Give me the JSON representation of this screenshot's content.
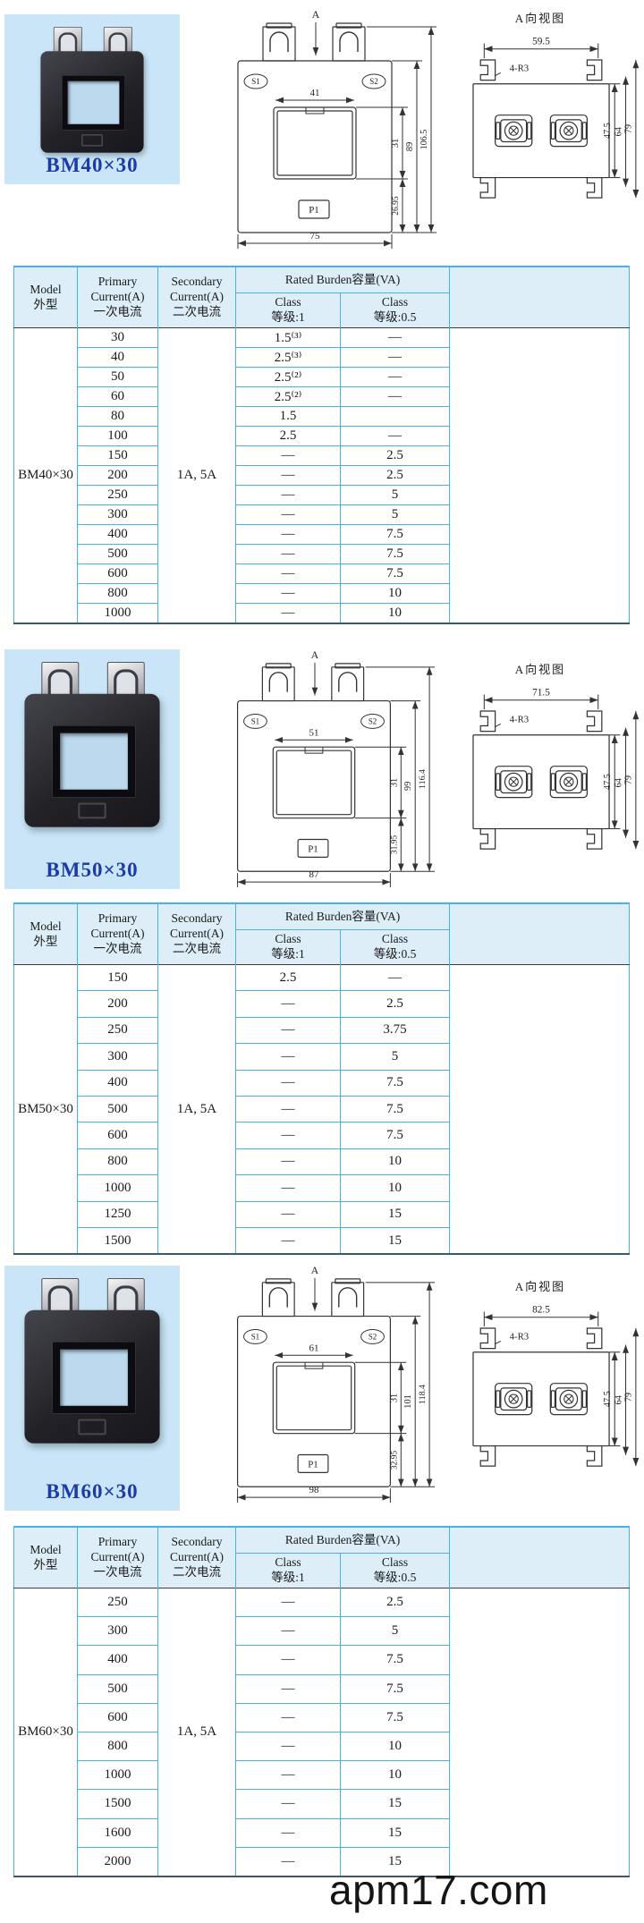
{
  "watermark": "apm17.com",
  "colors": {
    "table_line": "#45b3e5",
    "table_header_bg": "#ddeef9",
    "photo_bg": "#c9e5f7",
    "model_title_blue": "#1c3ba8"
  },
  "table_header": {
    "model": [
      "Model",
      "外型"
    ],
    "primary": [
      "Primary",
      "Current(A)",
      "一次电流"
    ],
    "secondary": [
      "Secondary",
      "Current(A)",
      "二次电流"
    ],
    "burden": "Rated Burden容量(VA)",
    "class1": [
      "Class",
      "等级:1"
    ],
    "class05": [
      "Class",
      "等级:0.5"
    ]
  },
  "sections": [
    {
      "photo_label": "BM40×30",
      "front": {
        "arrow": "A",
        "s1": "S1",
        "s2": "S2",
        "p1": "P1",
        "win_w": "41",
        "win_h": "31",
        "h_mid": "89",
        "h_total": "106.5",
        "h_bottom": "26.95",
        "width": "75"
      },
      "side": {
        "title": "A向视图",
        "top_w": "59.5",
        "radius": "4-R3",
        "d1": "47.5",
        "d2": "64",
        "d3": "79"
      },
      "table": {
        "model": "BM40×30",
        "secondary": "1A, 5A",
        "rows": [
          [
            "30",
            "1.5⁽³⁾",
            "—"
          ],
          [
            "40",
            "2.5⁽³⁾",
            "—"
          ],
          [
            "50",
            "2.5⁽²⁾",
            "—"
          ],
          [
            "60",
            "2.5⁽²⁾",
            "—"
          ],
          [
            "80",
            "1.5",
            ""
          ],
          [
            "100",
            "2.5",
            "—"
          ],
          [
            "150",
            "—",
            "2.5"
          ],
          [
            "200",
            "—",
            "2.5"
          ],
          [
            "250",
            "—",
            "5"
          ],
          [
            "300",
            "—",
            "5"
          ],
          [
            "400",
            "—",
            "7.5"
          ],
          [
            "500",
            "—",
            "7.5"
          ],
          [
            "600",
            "—",
            "7.5"
          ],
          [
            "800",
            "—",
            "10"
          ],
          [
            "1000",
            "—",
            "10"
          ]
        ]
      }
    },
    {
      "photo_label": "BM50×30",
      "front": {
        "arrow": "A",
        "s1": "S1",
        "s2": "S2",
        "p1": "P1",
        "win_w": "51",
        "win_h": "31",
        "h_mid": "99",
        "h_total": "116.4",
        "h_bottom": "31.95",
        "width": "87"
      },
      "side": {
        "title": "A向视图",
        "top_w": "71.5",
        "radius": "4-R3",
        "d1": "47.5",
        "d2": "64",
        "d3": "79"
      },
      "table": {
        "model": "BM50×30",
        "secondary": "1A, 5A",
        "rows": [
          [
            "150",
            "2.5",
            "—"
          ],
          [
            "200",
            "—",
            "2.5"
          ],
          [
            "250",
            "—",
            "3.75"
          ],
          [
            "300",
            "—",
            "5"
          ],
          [
            "400",
            "—",
            "7.5"
          ],
          [
            "500",
            "—",
            "7.5"
          ],
          [
            "600",
            "—",
            "7.5"
          ],
          [
            "800",
            "—",
            "10"
          ],
          [
            "1000",
            "—",
            "10"
          ],
          [
            "1250",
            "—",
            "15"
          ],
          [
            "1500",
            "—",
            "15"
          ]
        ]
      }
    },
    {
      "photo_label": "BM60×30",
      "front": {
        "arrow": "A",
        "s1": "S1",
        "s2": "S2",
        "p1": "P1",
        "win_w": "61",
        "win_h": "31",
        "h_mid": "101",
        "h_total": "118.4",
        "h_bottom": "32.95",
        "width": "98"
      },
      "side": {
        "title": "A向视图",
        "top_w": "82.5",
        "radius": "4-R3",
        "d1": "47.5",
        "d2": "64",
        "d3": "79"
      },
      "table": {
        "model": "BM60×30",
        "secondary": "1A, 5A",
        "rows": [
          [
            "250",
            "—",
            "2.5"
          ],
          [
            "300",
            "—",
            "5"
          ],
          [
            "400",
            "—",
            "7.5"
          ],
          [
            "500",
            "—",
            "7.5"
          ],
          [
            "600",
            "—",
            "7.5"
          ],
          [
            "800",
            "—",
            "10"
          ],
          [
            "1000",
            "—",
            "10"
          ],
          [
            "1500",
            "—",
            "15"
          ],
          [
            "1600",
            "—",
            "15"
          ],
          [
            "2000",
            "—",
            "15"
          ]
        ]
      }
    }
  ]
}
